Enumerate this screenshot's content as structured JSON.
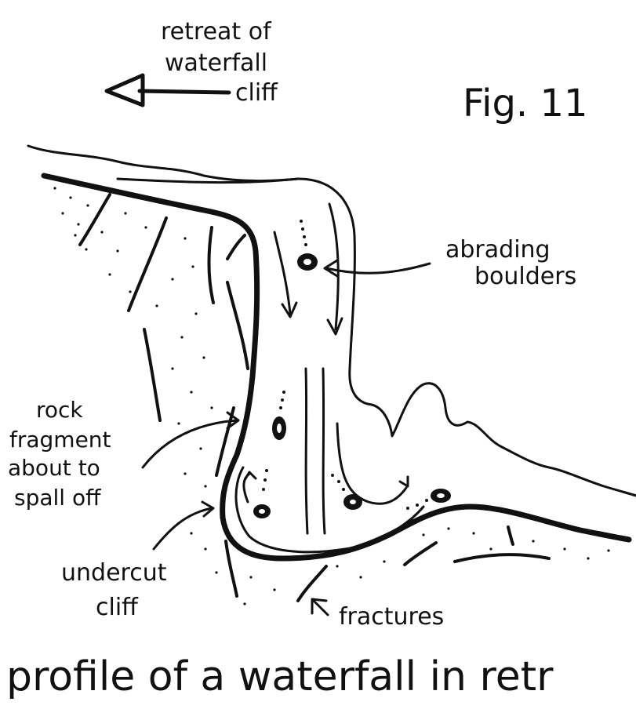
{
  "figure_number": "Fig. 11",
  "caption": "profile of a waterfall in retr",
  "labels": {
    "retreat": [
      "retreat of",
      "waterfall",
      "cliff"
    ],
    "abrading": [
      "abrading",
      "boulders"
    ],
    "rock_fragment": [
      "rock",
      "fragment",
      "about to",
      "spall off"
    ],
    "undercut": [
      "undercut",
      "cliff"
    ],
    "fractures": "fractures"
  },
  "icons": [
    "left-arrow-icon",
    "boulder-icon",
    "flow-arrow-icon"
  ],
  "colors": {
    "ink": "#111111",
    "paper": "#ffffff"
  }
}
